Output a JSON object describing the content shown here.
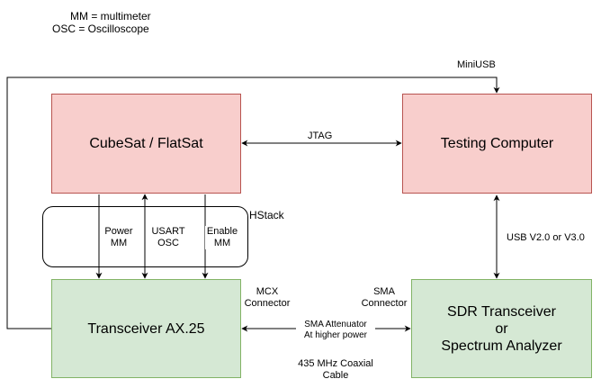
{
  "legend": {
    "line1": "MM = multimeter",
    "line2": "OSC = Oscilloscope"
  },
  "nodes": {
    "cubesat": "CubeSat / FlatSat",
    "testing_computer": "Testing Computer",
    "transceiver": "Transceiver AX.25",
    "sdr_line1": "SDR Transceiver",
    "sdr_line2": "or",
    "sdr_line3": "Spectrum Analyzer"
  },
  "group": {
    "hstack": "HStack"
  },
  "edges": {
    "miniusb": "MiniUSB",
    "jtag": "JTAG",
    "usb": "USB V2.0 or V3.0",
    "power_line1": "Power",
    "power_line2": "MM",
    "usart_line1": "USART",
    "usart_line2": "OSC",
    "enable_line1": "Enable",
    "enable_line2": "MM",
    "mcx_line1": "MCX",
    "mcx_line2": "Connector",
    "sma_line1": "SMA",
    "sma_line2": "Connector",
    "attenuator_line1": "SMA Attenuator",
    "attenuator_line2": "At higher power",
    "coax_line1": "435 MHz Coaxial",
    "coax_line2": "Cable"
  },
  "colors": {
    "red_fill": "#f8cecc",
    "red_stroke": "#b85450",
    "green_fill": "#d5e8d4",
    "green_stroke": "#82b366"
  }
}
